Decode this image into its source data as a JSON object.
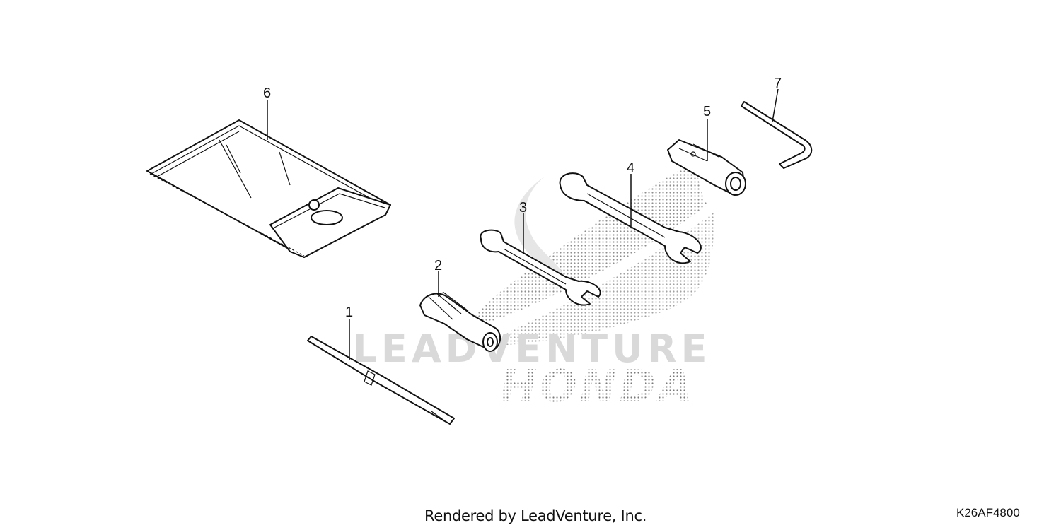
{
  "parts": [
    {
      "number": "1",
      "icon": "screwdriver-blade-icon"
    },
    {
      "number": "2",
      "icon": "screwdriver-handle-icon"
    },
    {
      "number": "3",
      "icon": "open-end-wrench-small-icon"
    },
    {
      "number": "4",
      "icon": "open-end-wrench-large-icon"
    },
    {
      "number": "5",
      "icon": "spark-plug-socket-wrench-icon"
    },
    {
      "number": "6",
      "icon": "tool-bag-icon"
    },
    {
      "number": "7",
      "icon": "hex-key-icon"
    }
  ],
  "watermark": {
    "leadventure_text": "LEADVENTURE",
    "brand_text": "HONDA",
    "colors": {
      "watermark": "#d9d9d9",
      "dots": "#7a7a7a"
    }
  },
  "footer": {
    "credit": "Rendered by LeadVenture, Inc.",
    "diagram_code": "K26AF4800"
  }
}
